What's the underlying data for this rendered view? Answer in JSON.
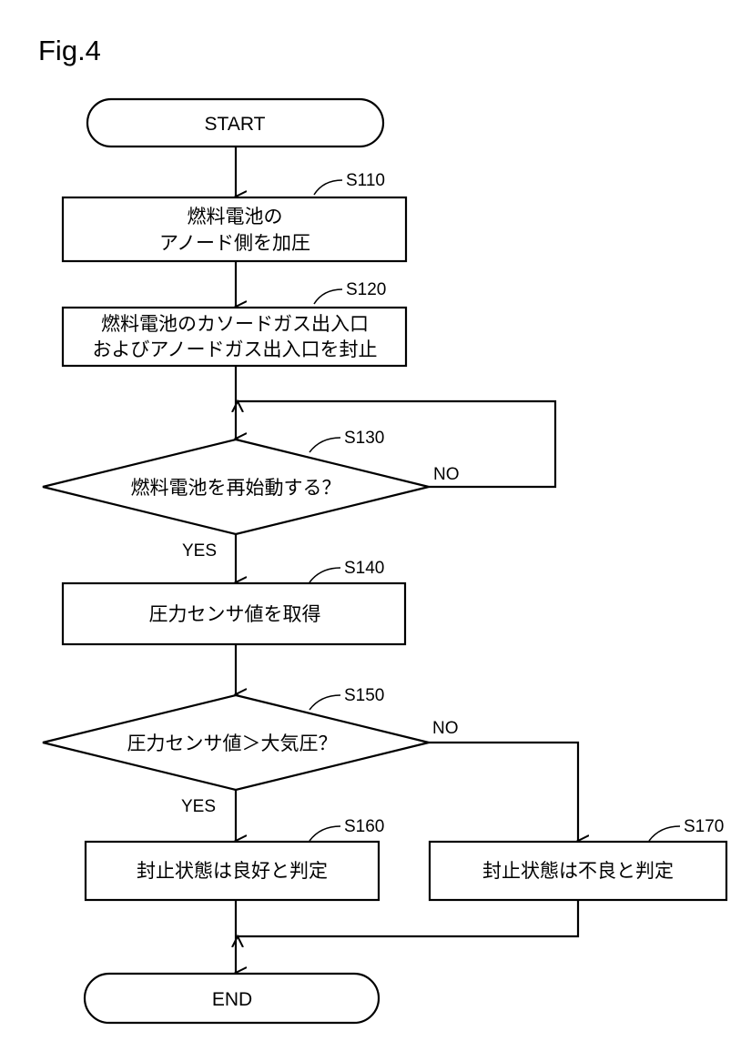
{
  "figure": {
    "label": "Fig.4"
  },
  "flow": {
    "start": "START",
    "end": "END",
    "s110": {
      "step": "S110",
      "line1": "燃料電池の",
      "line2": "アノード側を加圧"
    },
    "s120": {
      "step": "S120",
      "line1": "燃料電池のカソードガス出入口",
      "line2": "およびアノードガス出入口を封止"
    },
    "s130": {
      "step": "S130",
      "question": "燃料電池を再始動する？",
      "yes": "YES",
      "no": "NO"
    },
    "s140": {
      "step": "S140",
      "text": "圧力センサ値を取得"
    },
    "s150": {
      "step": "S150",
      "question": "圧力センサ値＞大気圧？",
      "yes": "YES",
      "no": "NO"
    },
    "s160": {
      "step": "S160",
      "text": "封止状態は良好と判定"
    },
    "s170": {
      "step": "S170",
      "text": "封止状態は不良と判定"
    }
  }
}
